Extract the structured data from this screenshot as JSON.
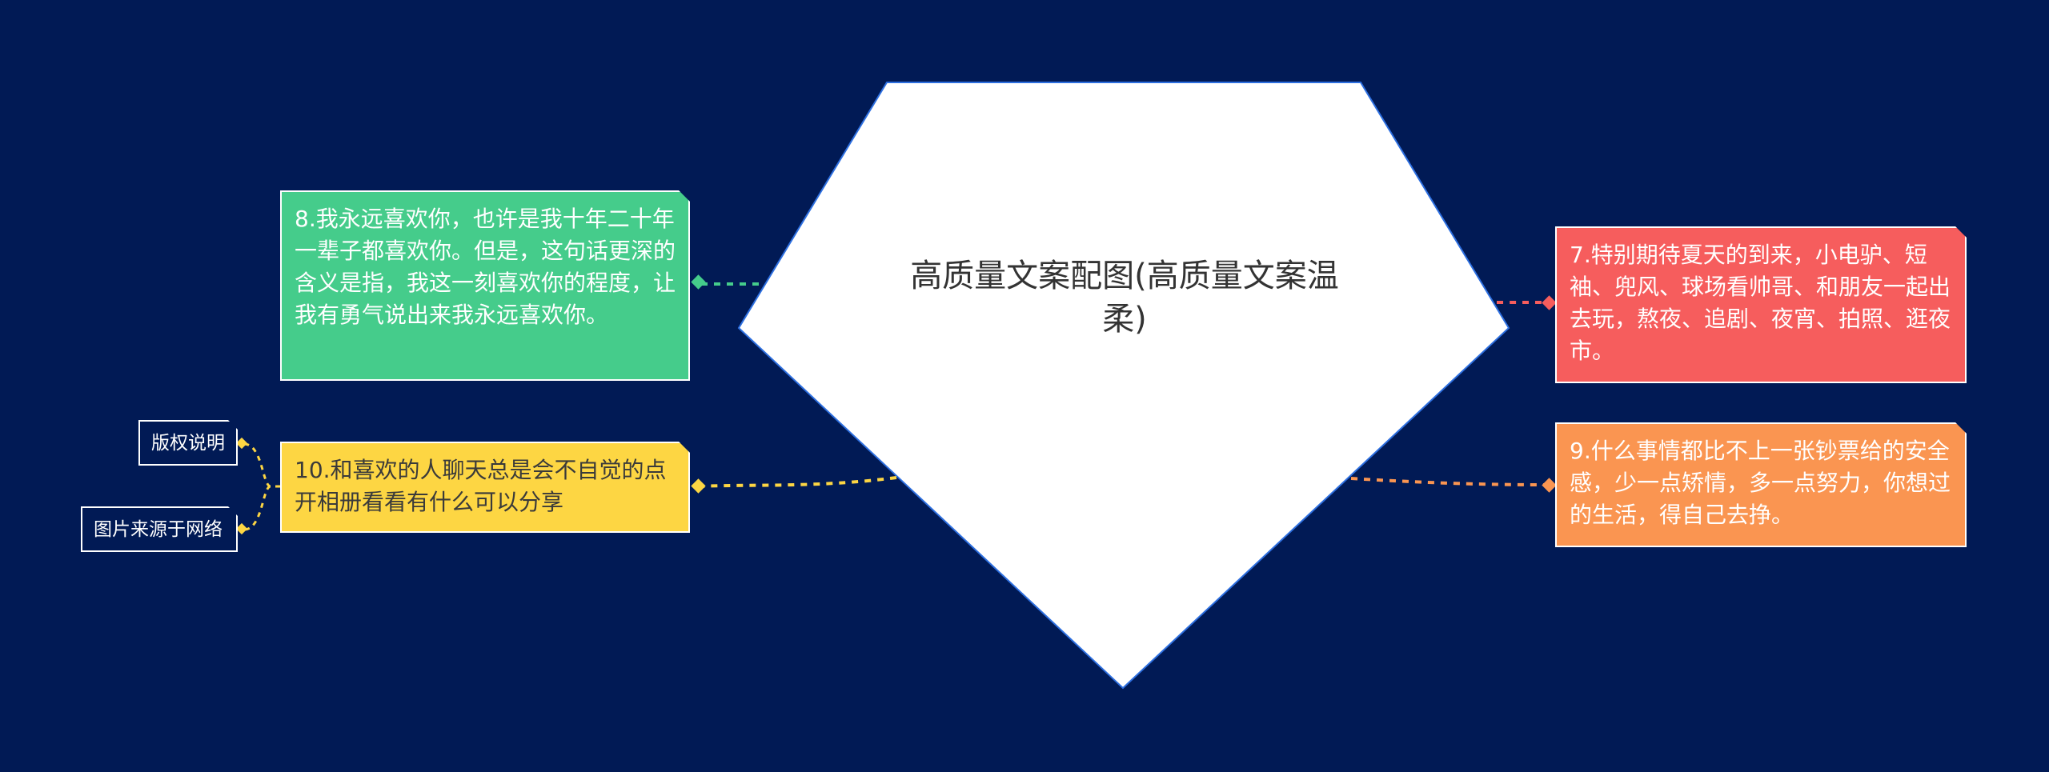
{
  "center": {
    "title": "高质量文案配图(高质量文案温柔)"
  },
  "nodes": {
    "n8": {
      "text": "8.我永远喜欢你，也许是我十年二十年一辈子都喜欢你。但是，这句话更深的含义是指，我这一刻喜欢你的程度，让我有勇气说出来我永远喜欢你。",
      "color": "#45cc8b"
    },
    "n10": {
      "text": "10.和喜欢的人聊天总是会不自觉的点开相册看看有什么可以分享",
      "color": "#fdd643"
    },
    "n7": {
      "text": "7.特别期待夏天的到来，小电驴、短袖、兜风、球场看帅哥、和朋友一起出去玩，熬夜、追剧、夜宵、拍照、逛夜市。",
      "color": "#f65d5d"
    },
    "n9": {
      "text": "9.什么事情都比不上一张钞票给的安全感，少一点矫情，多一点努力，你想过的生活，得自己去挣。",
      "color": "#fa9551"
    }
  },
  "leaves": {
    "copyright": "版权说明",
    "source": "图片来源于网络"
  },
  "colors": {
    "background": "#011a55",
    "center_fill": "#ffffff",
    "center_border": "#2d6fe0"
  }
}
